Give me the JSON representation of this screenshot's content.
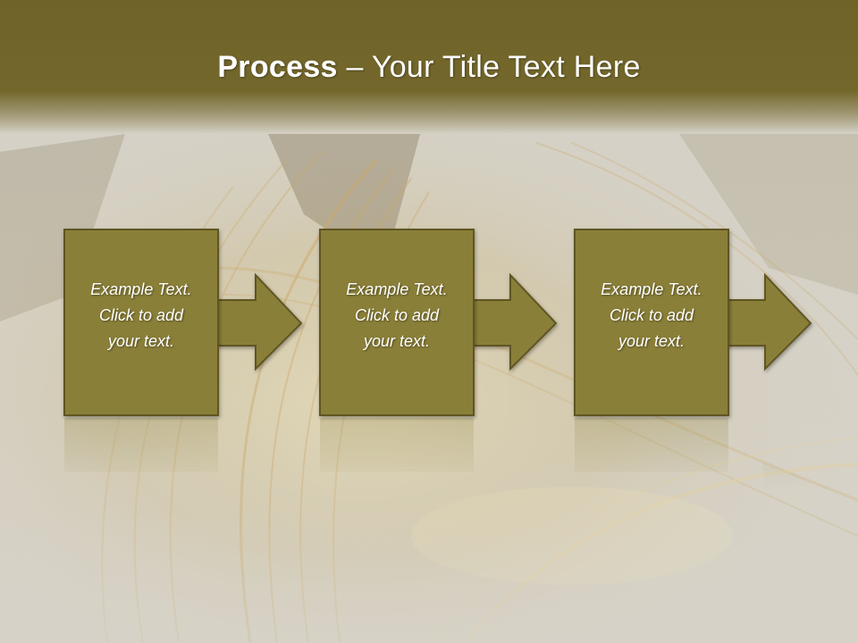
{
  "slide": {
    "title_bold": "Process",
    "title_rest": " – Your Title Text Here",
    "steps": [
      {
        "line1": "Example Text.",
        "line2": "Click  to add",
        "line3": "your text."
      },
      {
        "line1": "Example Text.",
        "line2": "Click  to add",
        "line3": "your text."
      },
      {
        "line1": "Example Text.",
        "line2": "Click  to add",
        "line3": "your text."
      }
    ]
  },
  "colors": {
    "title_band": "#73672c",
    "box_fill": "#8a7f38",
    "box_border": "#5f5520",
    "text": "#ffffff"
  }
}
